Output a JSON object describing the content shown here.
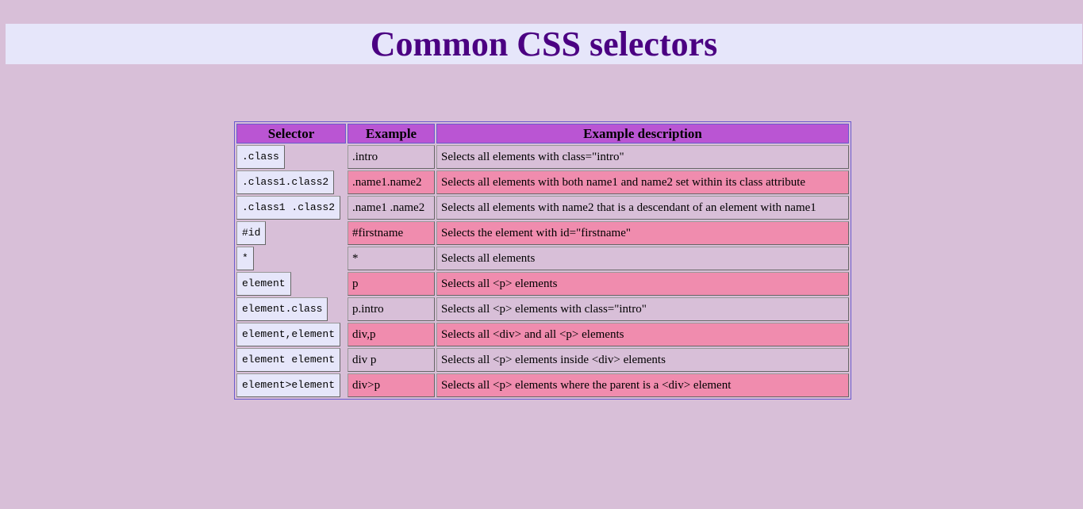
{
  "page": {
    "title": "Common CSS selectors"
  },
  "colors": {
    "background": "#d8bfd8",
    "header_band": "#e6e6fa",
    "title": "#4b0082",
    "table_header": "#ba55d3",
    "row_alt": "#f08cae",
    "code_bg": "#e6e6fa"
  },
  "table": {
    "headers": [
      "Selector",
      "Example",
      "Example description"
    ],
    "rows": [
      {
        "selector": ".class",
        "example": ".intro",
        "description": "Selects all elements with class=\"intro\""
      },
      {
        "selector": ".class1.class2",
        "example": ".name1.name2",
        "description": "Selects all elements with both name1 and name2 set within its class attribute"
      },
      {
        "selector": ".class1 .class2",
        "example": ".name1 .name2",
        "description": "Selects all elements with name2 that is a descendant of an element with name1"
      },
      {
        "selector": "#id",
        "example": "#firstname",
        "description": "Selects the element with id=\"firstname\""
      },
      {
        "selector": "*",
        "example": "*",
        "description": "Selects all elements"
      },
      {
        "selector": "element",
        "example": "p",
        "description": "Selects all <p> elements"
      },
      {
        "selector": "element.class",
        "example": "p.intro",
        "description": "Selects all <p> elements with class=\"intro\""
      },
      {
        "selector": "element,element",
        "example": "div,p",
        "description": "Selects all <div> and all <p> elements"
      },
      {
        "selector": "element element",
        "example": "div p",
        "description": "Selects all <p> elements inside <div> elements"
      },
      {
        "selector": "element>element",
        "example": "div>p",
        "description": "Selects all <p> elements where the parent is a <div> element"
      }
    ]
  }
}
